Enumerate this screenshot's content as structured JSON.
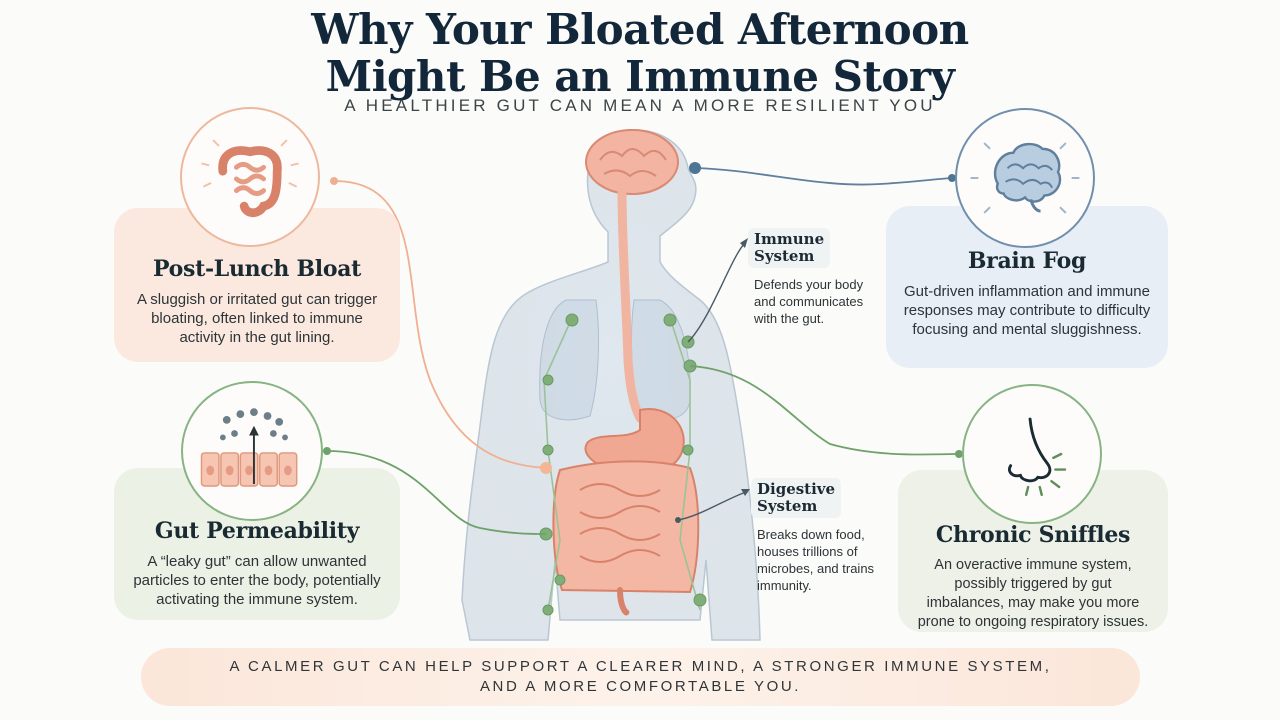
{
  "header": {
    "title_line1": "Why Your Bloated Afternoon",
    "title_line2": "Might Be an Immune Story",
    "subtitle": "A HEALTHIER GUT CAN MEAN A MORE RESILIENT YOU"
  },
  "cards": {
    "bloat": {
      "title": "Post-Lunch Bloat",
      "text": "A sluggish or irritated gut can trigger bloating, often linked to immune activity in the gut lining.",
      "icon": "intestine-icon"
    },
    "permeability": {
      "title": "Gut Permeability",
      "text": "A “leaky gut” can allow unwanted particles to enter the body, potentially activating the immune system.",
      "icon": "gut-lining-cells-icon"
    },
    "fog": {
      "title": "Brain Fog",
      "text": "Gut-driven inflammation and immune responses may contribute to difficulty focusing and mental sluggishness.",
      "icon": "brain-icon"
    },
    "sniffles": {
      "title": "Chronic Sniffles",
      "text": "An overactive immune system, possibly triggered by gut imbalances, may make you more prone to ongoing respiratory issues.",
      "icon": "nose-icon"
    }
  },
  "callouts": {
    "immune": {
      "label_line1": "Immune",
      "label_line2": "System",
      "text": "Defends your body and communicates with the gut."
    },
    "digestive": {
      "label_line1": "Digestive",
      "label_line2": "System",
      "text": "Breaks down food, houses trillions of microbes, and trains immunity."
    }
  },
  "banner": {
    "line1": "A CALMER GUT CAN HELP SUPPORT A CLEARER MIND, A STRONGER IMMUNE SYSTEM,",
    "line2": "AND A MORE COMFORTABLE YOU."
  },
  "colors": {
    "title": "#13273a",
    "peach": "#eeb89d",
    "green": "#88b383",
    "blue": "#6f8fad",
    "organ": "#f1a892",
    "lymph": "#7fae78"
  }
}
